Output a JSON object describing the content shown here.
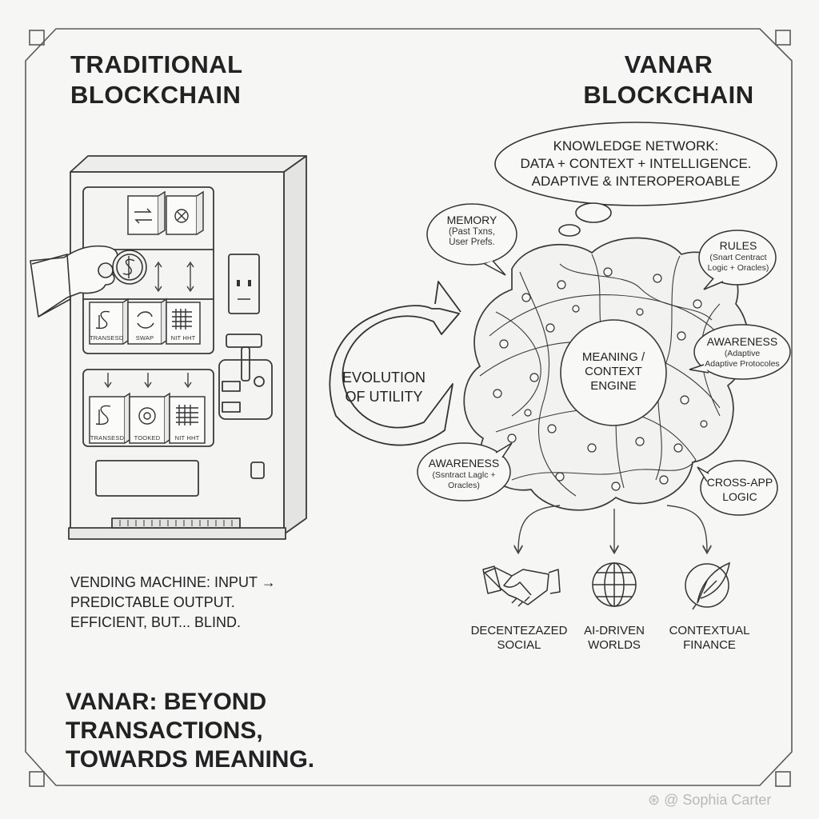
{
  "left": {
    "heading_line1": "TRADITIONAL",
    "heading_line2": "BLOCKCHAIN",
    "machine": {
      "upper_label_1": "TRANSESD",
      "upper_label_2": "SWAP",
      "upper_label_3": "NIT HHT",
      "lower_label_1": "TRANSESD",
      "lower_label_2": "TOOKED",
      "lower_label_3": "NIT HHT"
    },
    "caption_line1": "VENDING MACHINE: INPUT →",
    "caption_line2": "PREDICTABLE OUTPUT.",
    "caption_line3": "EFFICIENT, BUT... BLIND.",
    "tagline_line1": "VANAR: BEYOND",
    "tagline_line2": "TRANSACTIONS,",
    "tagline_line3": "TOWARDS MEANING."
  },
  "center": {
    "evolution_line1": "EVOLUTION",
    "evolution_line2": "OF UTILITY"
  },
  "right": {
    "heading_line1": "VANAR",
    "heading_line2": "BLOCKCHAIN",
    "thought_line1": "KNOWLEDGE NETWORK:",
    "thought_line2": "DATA + CONTEXT + INTELLIGENCE.",
    "thought_line3": "ADAPTIVE & INTEROPEROABLE",
    "core_line1": "MEANING /",
    "core_line2": "CONTEXT",
    "core_line3": "ENGINE",
    "memory_title": "MEMORY",
    "memory_line1": "(Past Txns,",
    "memory_line2": "User Prefs.",
    "rules_title": "RULES",
    "rules_line1": "(Snart Centract",
    "rules_line2": "Logic + Oracles)",
    "awareness_r_title": "AWARENESS",
    "awareness_r_line1": "(Adaptive",
    "awareness_r_line2": "Adaptive Protocoles",
    "awareness_l_title": "AWARENESS",
    "awareness_l_line1": "(Ssntract Laglc +",
    "awareness_l_line2": "Oracles)",
    "crossapp_line1": "CROSS-APP",
    "crossapp_line2": "LOGIC",
    "outputs": [
      {
        "line1": "DECENTEZAZED",
        "line2": "SOCIAL",
        "icon": "handshake-icon"
      },
      {
        "line1": "AI-DRIVEN",
        "line2": "WORLDS",
        "icon": "globe-icon"
      },
      {
        "line1": "CONTEXTUAL",
        "line2": "FINANCE",
        "icon": "quill-icon"
      }
    ]
  },
  "watermark": "⊛ @ Sophia Carter"
}
